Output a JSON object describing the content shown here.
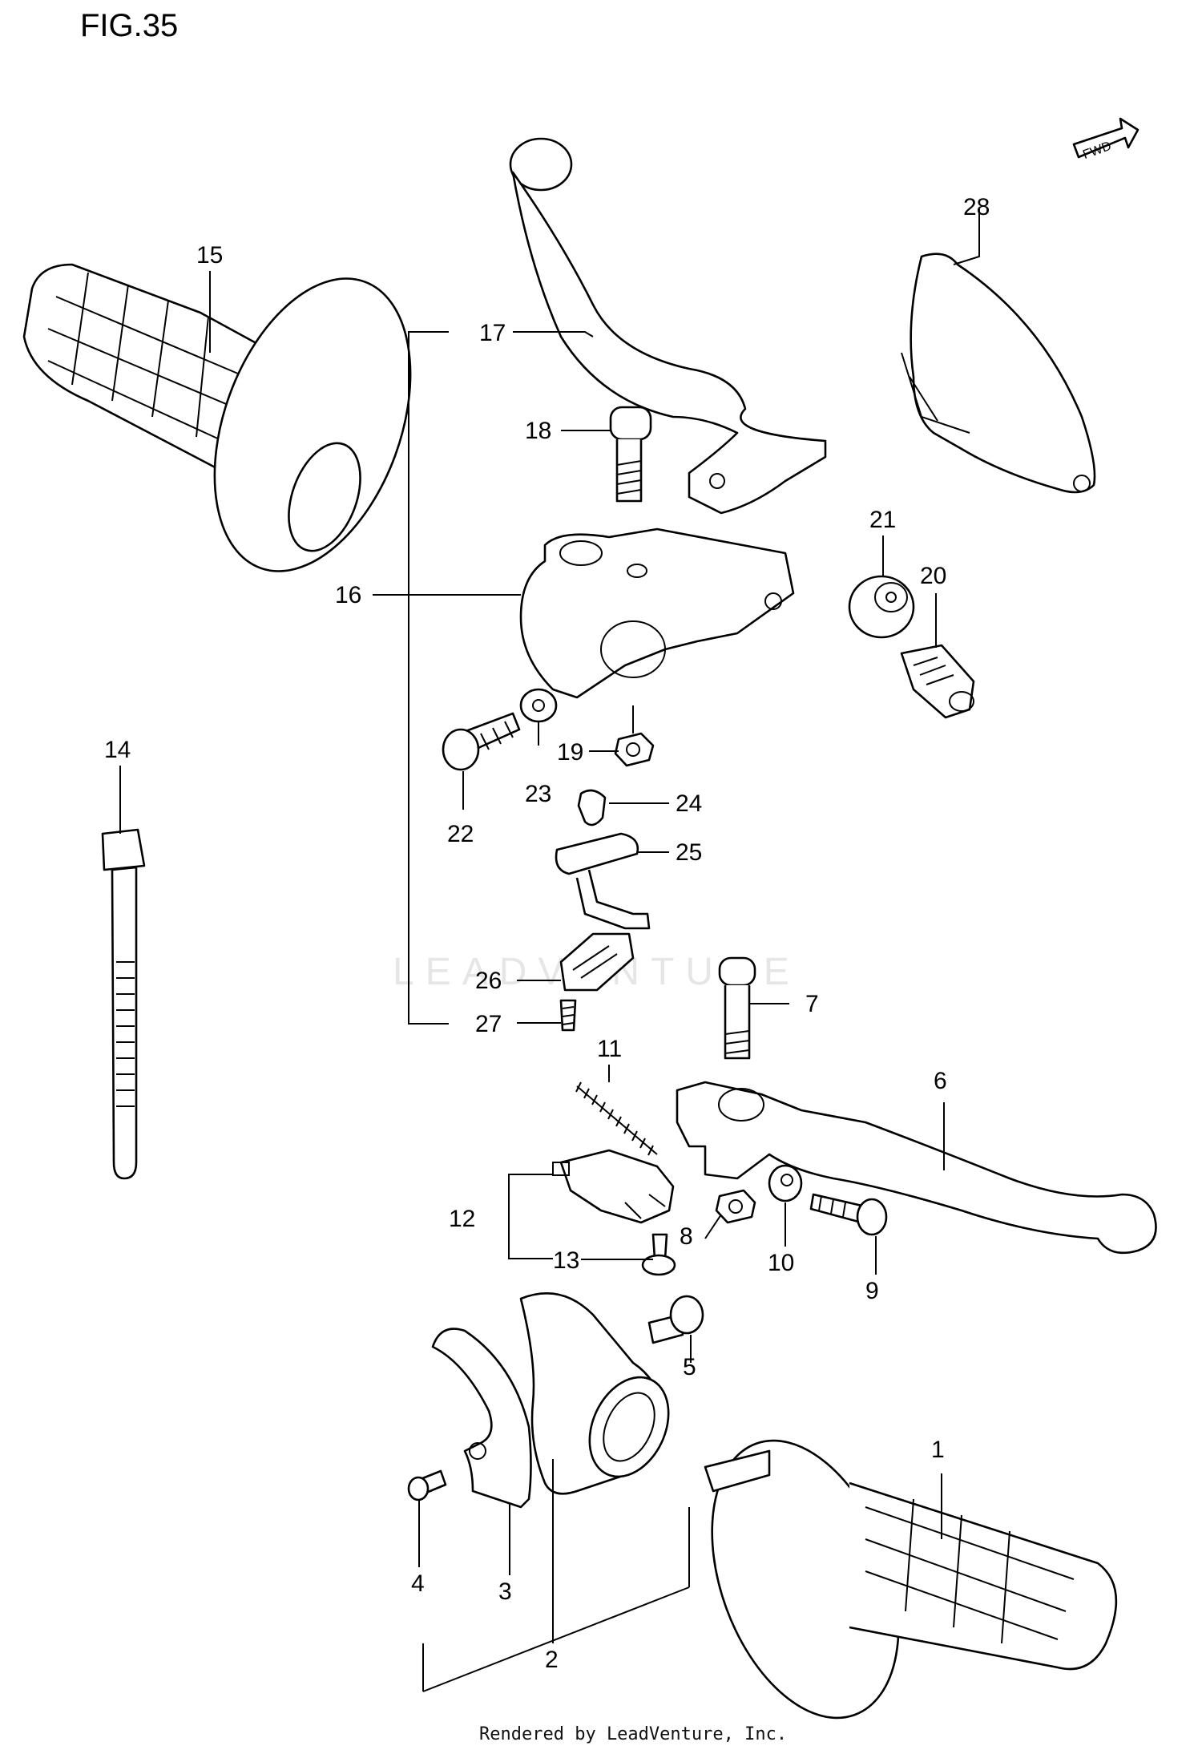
{
  "figure": {
    "title": "FIG.35"
  },
  "direction_badge": {
    "text": "FWD"
  },
  "watermark": {
    "text": "LEADVENTURE"
  },
  "footer": {
    "text": "Rendered by LeadVenture, Inc."
  },
  "callouts": [
    {
      "num": "1"
    },
    {
      "num": "2"
    },
    {
      "num": "3"
    },
    {
      "num": "4"
    },
    {
      "num": "5"
    },
    {
      "num": "6"
    },
    {
      "num": "7"
    },
    {
      "num": "8"
    },
    {
      "num": "9"
    },
    {
      "num": "10"
    },
    {
      "num": "11"
    },
    {
      "num": "12"
    },
    {
      "num": "13"
    },
    {
      "num": "14"
    },
    {
      "num": "15"
    },
    {
      "num": "16"
    },
    {
      "num": "17"
    },
    {
      "num": "18"
    },
    {
      "num": "19"
    },
    {
      "num": "20"
    },
    {
      "num": "21"
    },
    {
      "num": "22"
    },
    {
      "num": "23"
    },
    {
      "num": "24"
    },
    {
      "num": "25"
    },
    {
      "num": "26"
    },
    {
      "num": "27"
    },
    {
      "num": "28"
    }
  ]
}
